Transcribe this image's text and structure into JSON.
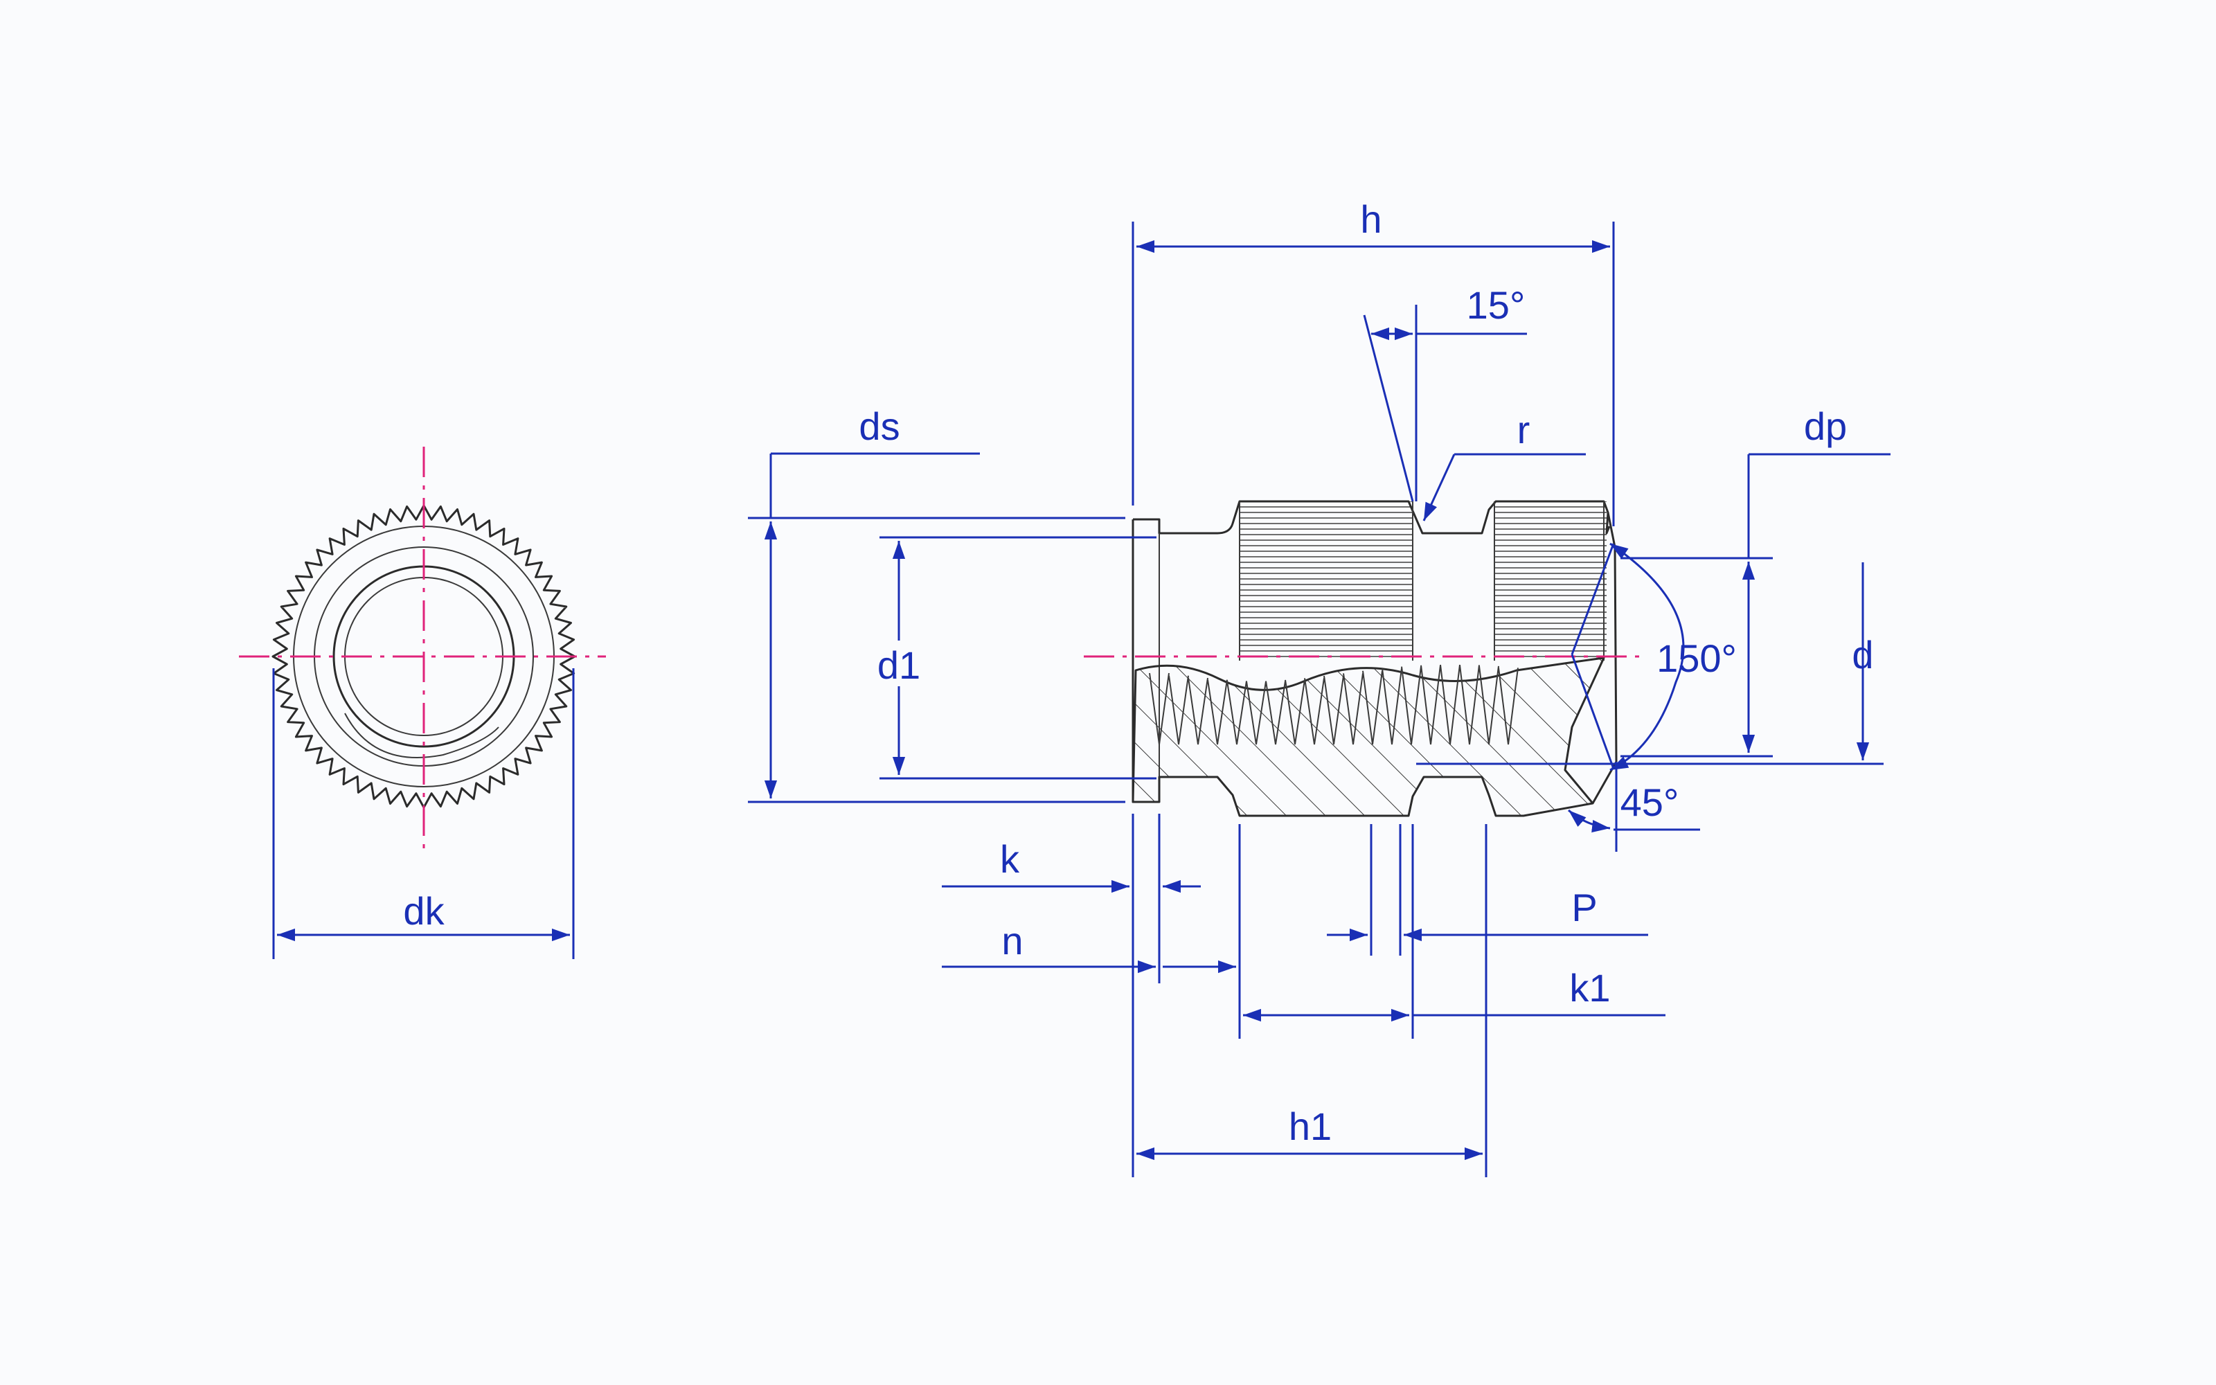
{
  "colors": {
    "background": "#fafbfd",
    "dimension": "#1a2fb5",
    "centerline": "#e0237a",
    "part_outline": "#2b2b2b"
  },
  "labels": {
    "dk": "dk",
    "h": "h",
    "angle_15": "15°",
    "ds": "ds",
    "r": "r",
    "dp": "dp",
    "d1": "d1",
    "angle_150": "150°",
    "d": "d",
    "angle_45": "45°",
    "k": "k",
    "n": "n",
    "P": "P",
    "k1": "k1",
    "h1": "h1"
  }
}
